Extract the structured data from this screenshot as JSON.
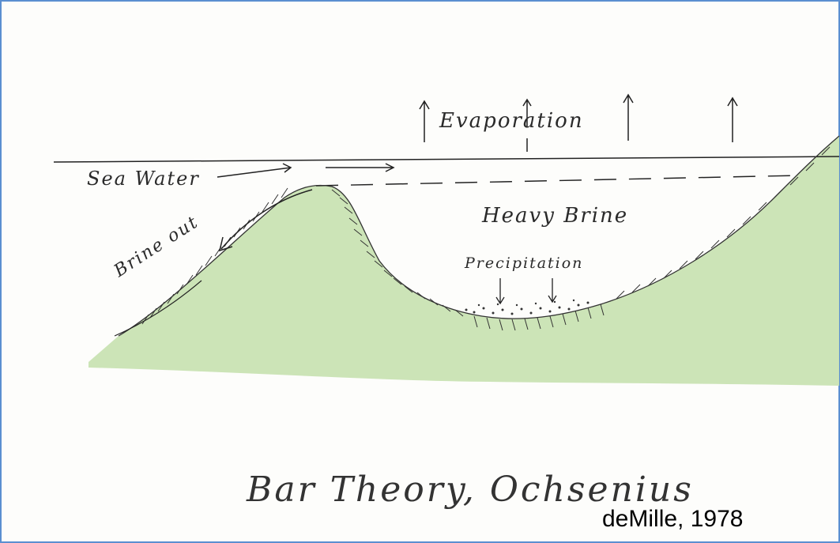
{
  "labels": {
    "evaporation": "Evaporation",
    "sea_water": "Sea Water",
    "heavy_brine": "Heavy Brine",
    "precipitation": "Precipitation",
    "brine_out": "Brine out",
    "title": "Bar Theory, Ochsenius",
    "credit": "deMille, 1978"
  },
  "colors": {
    "land_fill": "#c9e3b3",
    "ink": "#222222",
    "frame_border": "#5b8fd0"
  }
}
